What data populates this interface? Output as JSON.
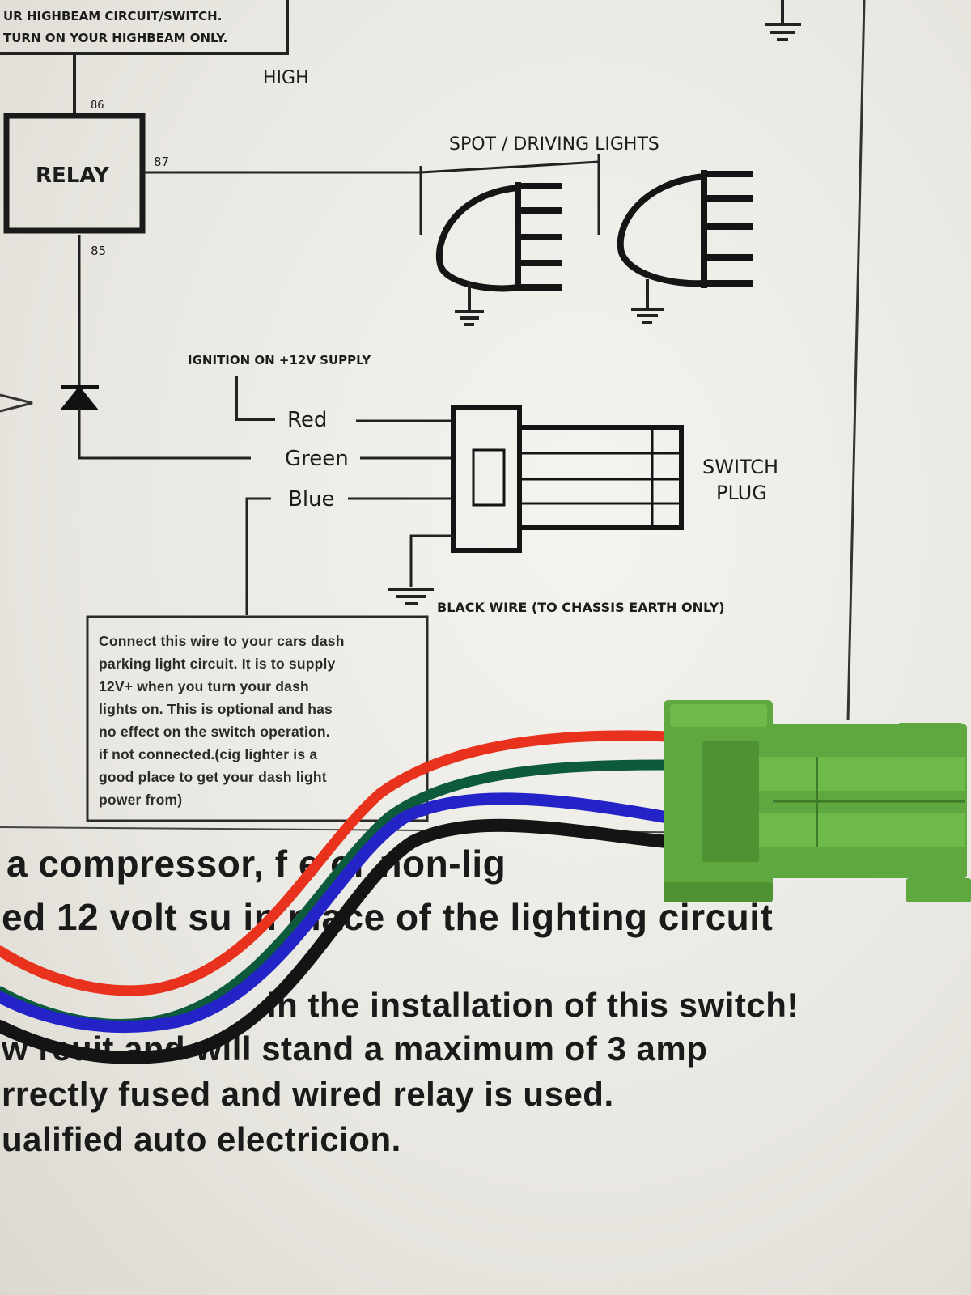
{
  "diagram": {
    "top_note_line1": "UR HIGHBEAM CIRCUIT/SWITCH.",
    "top_note_line2": "TURN ON YOUR HIGHBEAM ONLY.",
    "high_label": "HIGH",
    "relay_label": "RELAY",
    "pin_86": "86",
    "pin_87": "87",
    "pin_85": "85",
    "spot_lights_label": "SPOT / DRIVING LIGHTS",
    "ignition_label": "IGNITION ON +12V SUPPLY",
    "wire_red": "Red",
    "wire_green": "Green",
    "wire_blue": "Blue",
    "switch_plug_line1": "SWITCH",
    "switch_plug_line2": "PLUG",
    "black_wire_label": "BLACK WIRE  (TO CHASSIS EARTH ONLY)",
    "notice_text": "Connect this wire to your cars dash\nparking light circuit. It is to supply\n12V+ when you turn your dash\nlights on. This is optional and has\nno effect on the switch operation.\nif not connected.(cig lighter is a\ngood place to get your dash light\npower from)"
  },
  "body_text": {
    "line1": "a compressor, f   e or non-lig",
    "line2": "ed 12 volt su    in place of the lighting circuit",
    "line3": "in the installation of this switch!",
    "line4": "w            rcuit and will stand a maximum of 3 amp",
    "line5": "rrectly fused and wired relay is used.",
    "line6": "ualified auto electricion."
  },
  "colors": {
    "wire_red": "#e8321e",
    "wire_green": "#0d5a3c",
    "wire_blue": "#2323c8",
    "wire_black": "#141414",
    "connector": "#5fa83f"
  }
}
